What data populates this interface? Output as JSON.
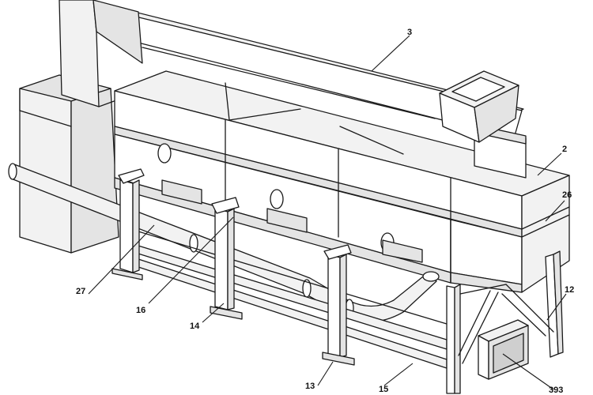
{
  "labels": {
    "l3": "3",
    "l2": "2",
    "l26": "26",
    "l12": "12",
    "l27": "27",
    "l16": "16",
    "l14": "14",
    "l13": "13",
    "l15": "15",
    "l393": "393"
  }
}
